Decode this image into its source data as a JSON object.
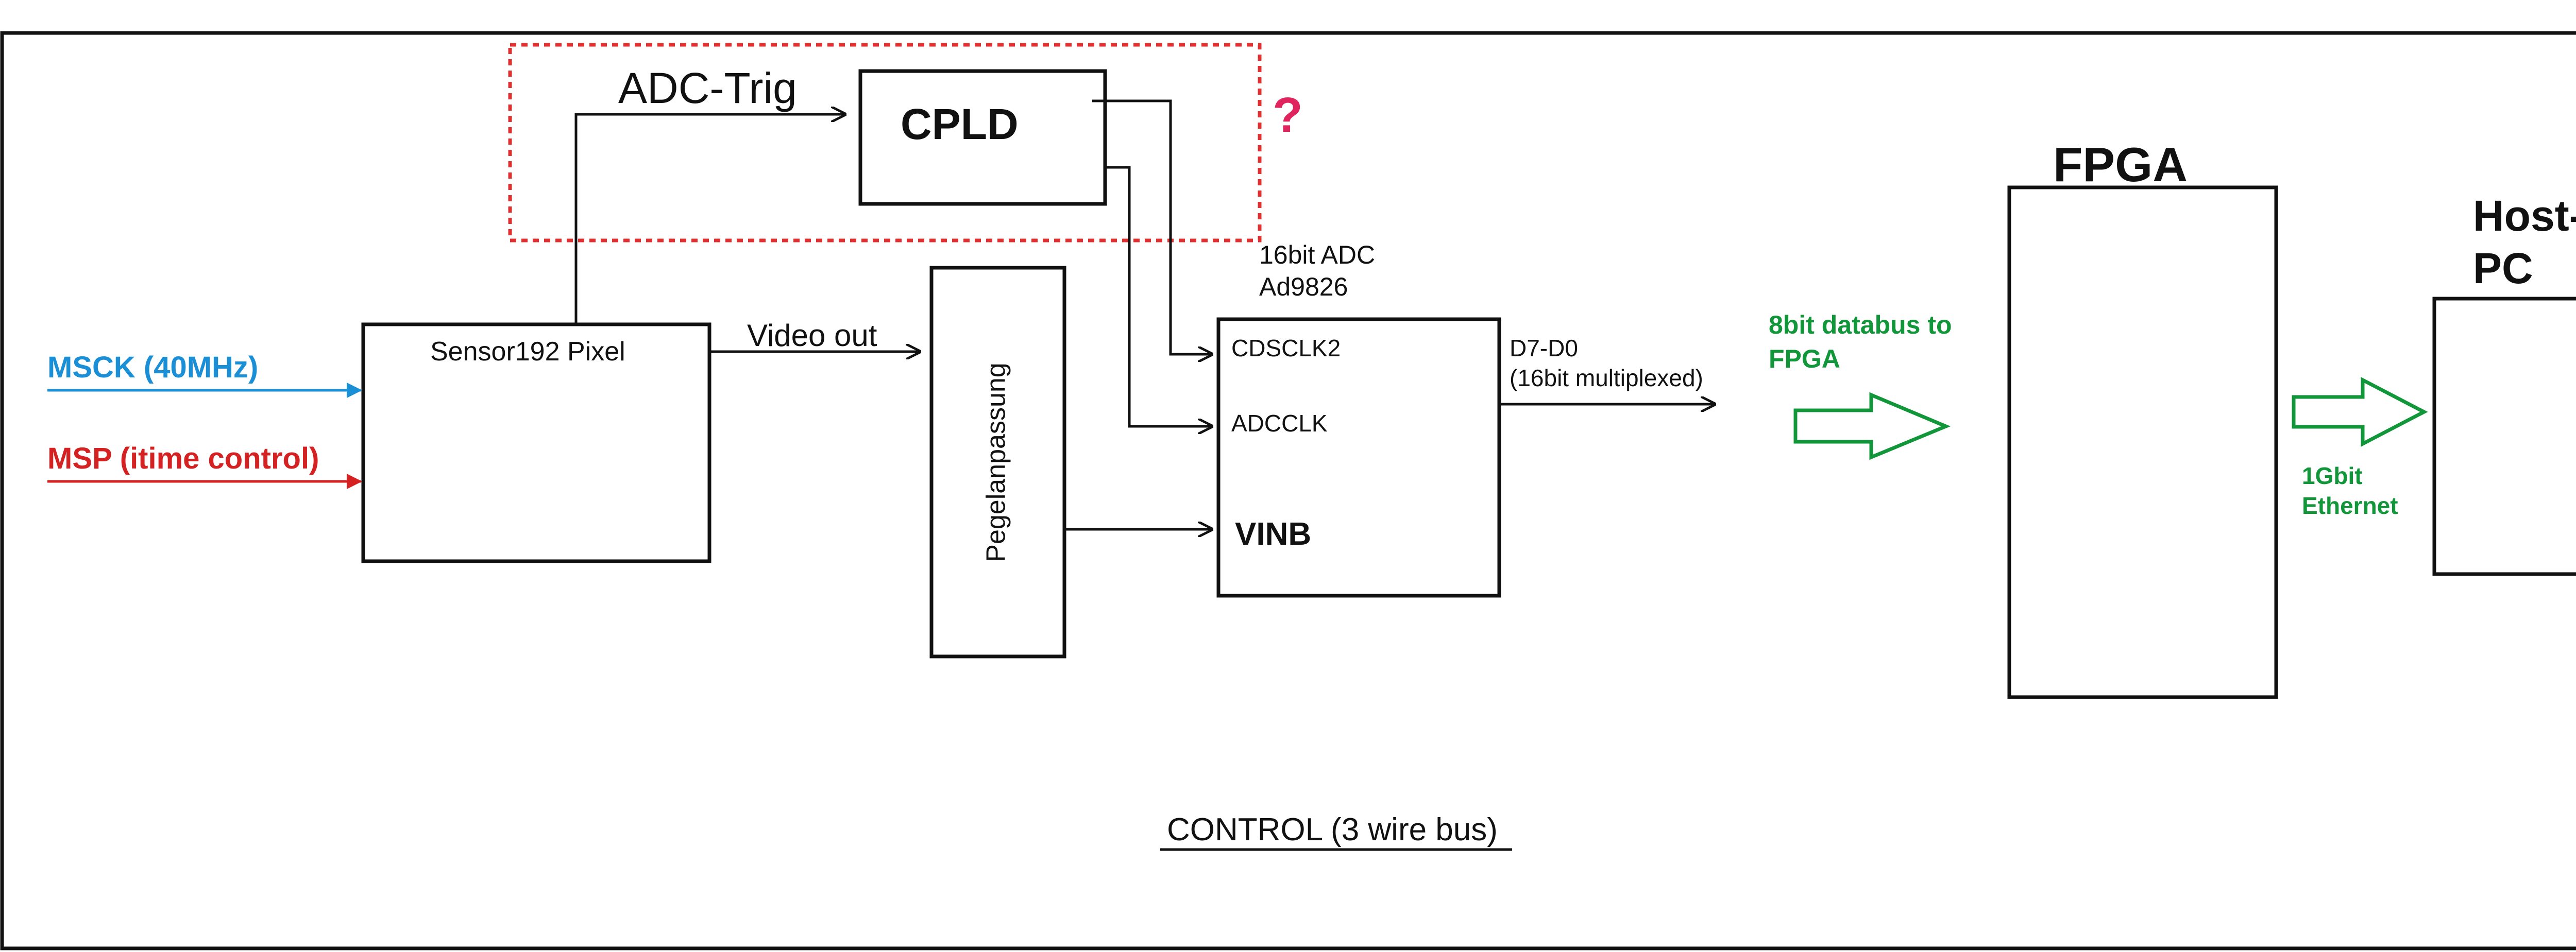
{
  "colors": {
    "line": "#111111",
    "msck": "#1a8fd6",
    "msp": "#d42222",
    "green": "#11963a",
    "question": "#e0245e",
    "dashed": "#e03030"
  },
  "signals": {
    "msck": "MSCK (40MHz)",
    "msp": "MSP (itime control)",
    "adc_trig": "ADC-Trig",
    "video_out": "Video out",
    "question_mark": "?",
    "d7_d0": "D7-D0",
    "multiplexed": "(16bit multiplexed)",
    "databus_line1": "8bit databus to",
    "databus_line2": "FPGA",
    "ethernet_line1": "1Gbit",
    "ethernet_line2": "Ethernet"
  },
  "blocks": {
    "cpld": "CPLD",
    "sensor": "Sensor192 Pixel",
    "pegel": "Pegelanpassung",
    "adc_title1": "16bit ADC",
    "adc_title2": "Ad9826",
    "adc_pin_cdsclk2": "CDSCLK2",
    "adc_pin_adcclk": "ADCCLK",
    "adc_pin_vinb": "VINB",
    "fpga": "FPGA",
    "host_line1": "Host-",
    "host_line2": "PC"
  },
  "footer": {
    "control": "CONTROL (3 wire bus)"
  }
}
